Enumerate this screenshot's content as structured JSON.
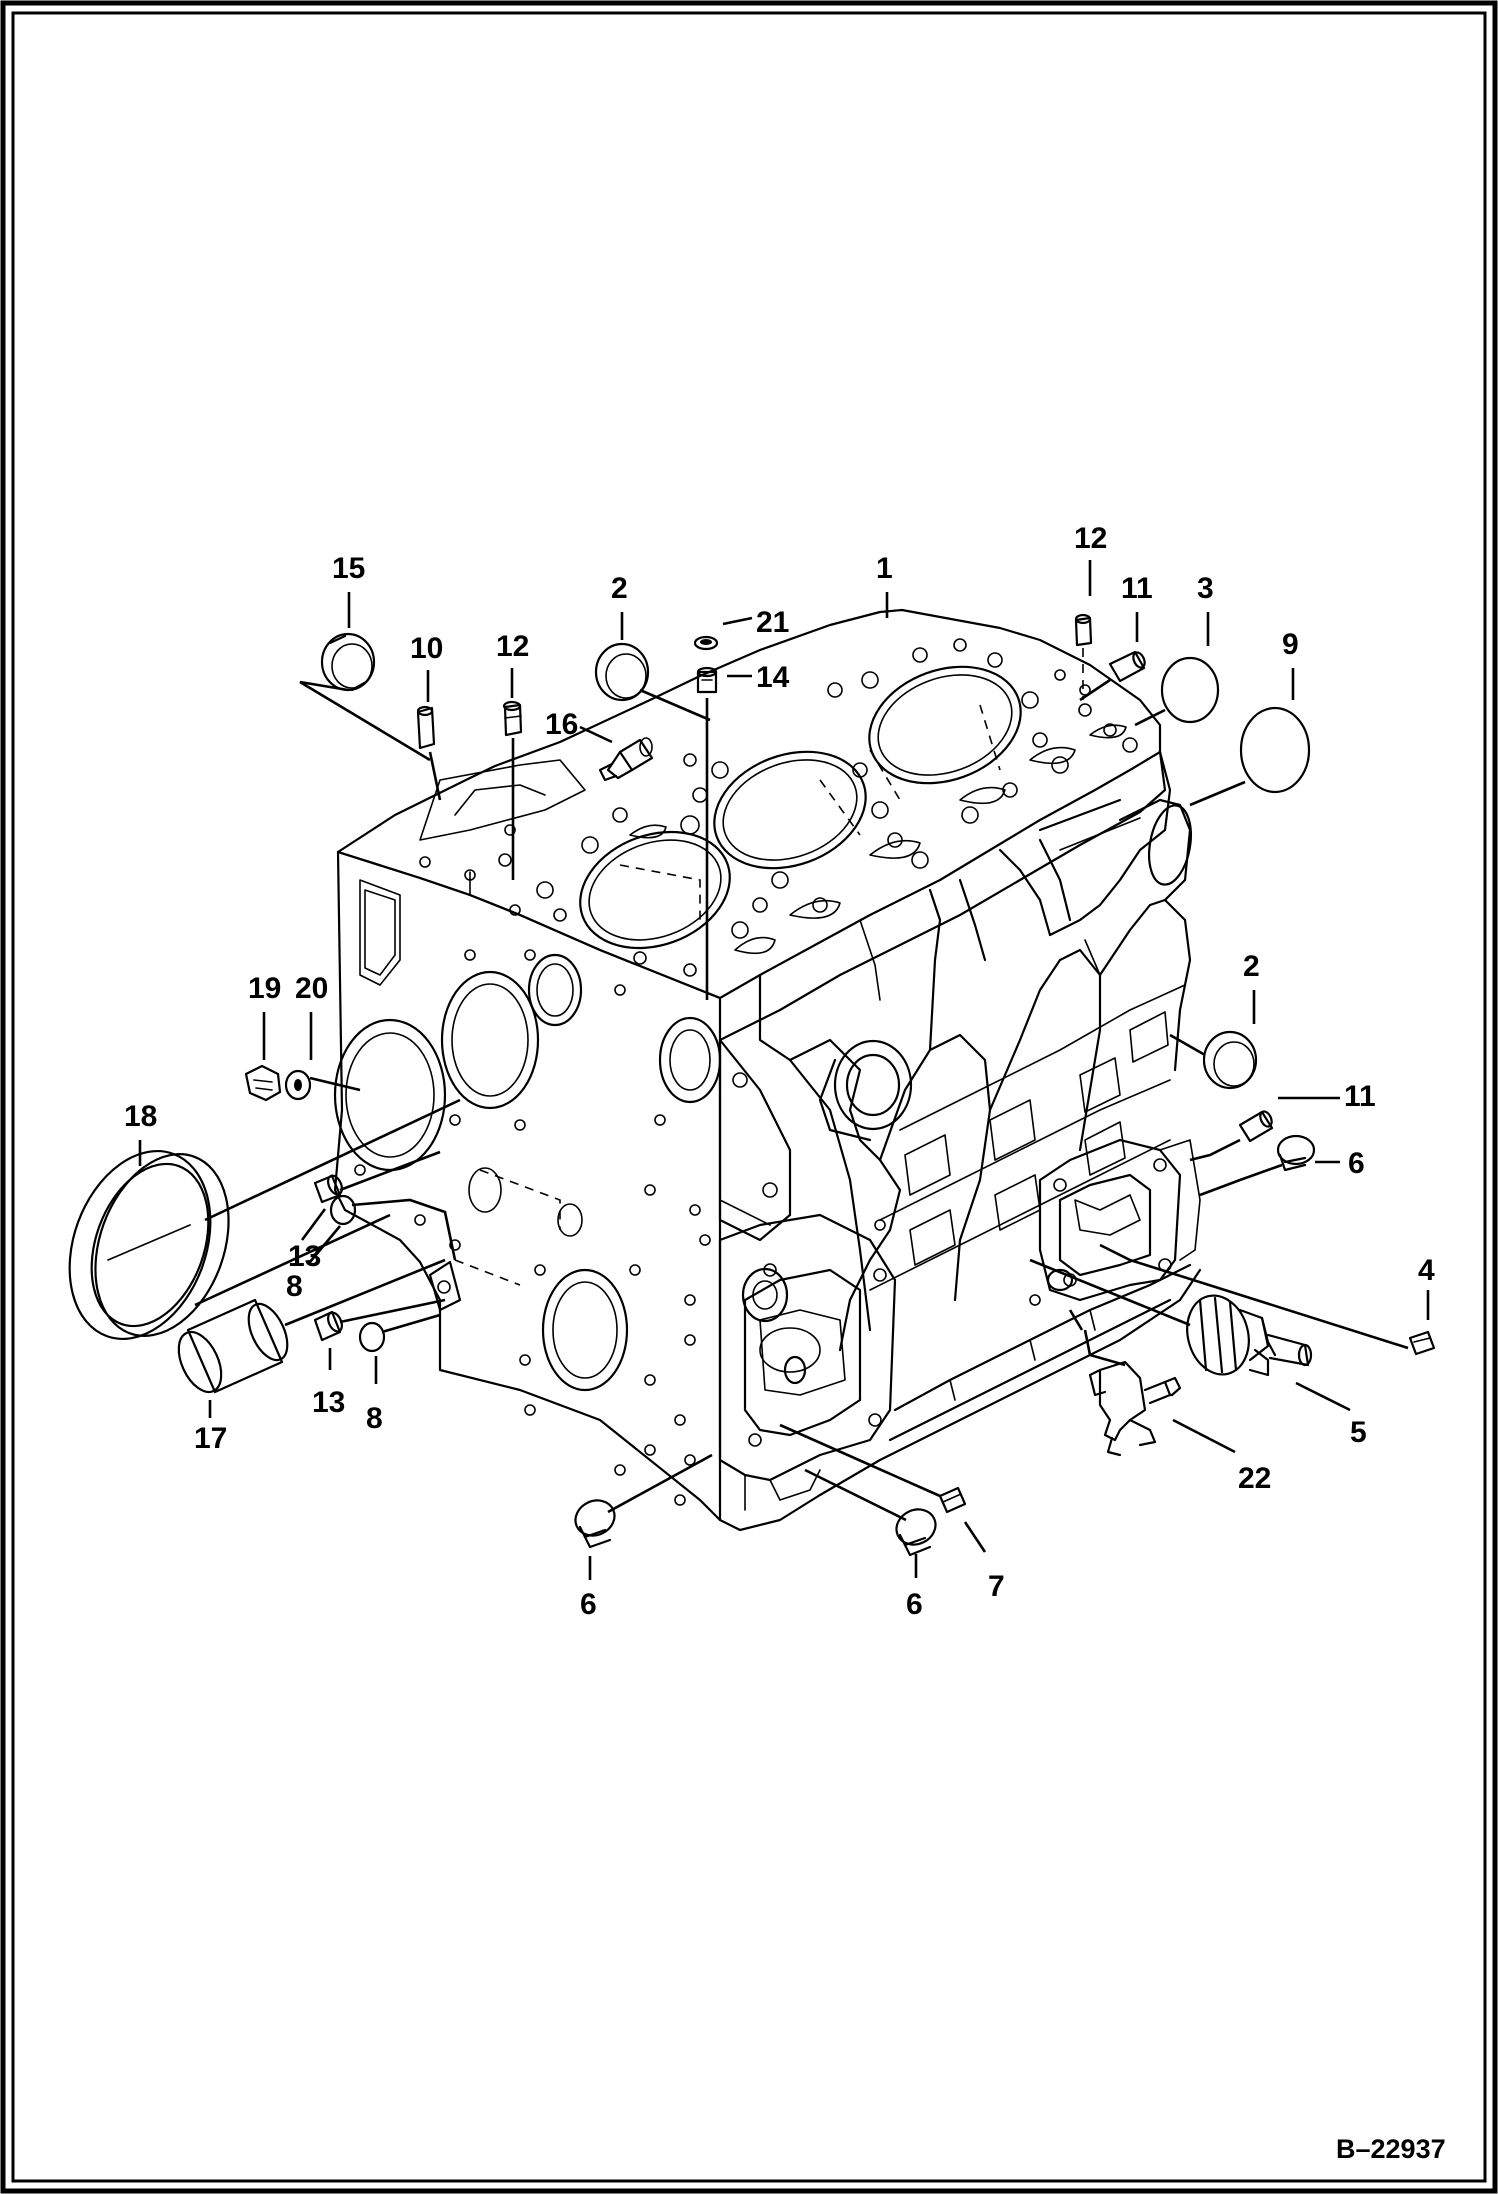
{
  "drawing_number": "B–22937",
  "callouts": [
    {
      "id": "c1",
      "text": "1"
    },
    {
      "id": "c2a",
      "text": "2"
    },
    {
      "id": "c2b",
      "text": "2"
    },
    {
      "id": "c3",
      "text": "3"
    },
    {
      "id": "c4",
      "text": "4"
    },
    {
      "id": "c5",
      "text": "5"
    },
    {
      "id": "c6a",
      "text": "6"
    },
    {
      "id": "c6b",
      "text": "6"
    },
    {
      "id": "c6c",
      "text": "6"
    },
    {
      "id": "c7",
      "text": "7"
    },
    {
      "id": "c8a",
      "text": "8"
    },
    {
      "id": "c8b",
      "text": "8"
    },
    {
      "id": "c9",
      "text": "9"
    },
    {
      "id": "c10",
      "text": "10"
    },
    {
      "id": "c11a",
      "text": "11"
    },
    {
      "id": "c11b",
      "text": "11"
    },
    {
      "id": "c12a",
      "text": "12"
    },
    {
      "id": "c12b",
      "text": "12"
    },
    {
      "id": "c13a",
      "text": "13"
    },
    {
      "id": "c13b",
      "text": "13"
    },
    {
      "id": "c14",
      "text": "14"
    },
    {
      "id": "c15",
      "text": "15"
    },
    {
      "id": "c16",
      "text": "16"
    },
    {
      "id": "c17",
      "text": "17"
    },
    {
      "id": "c18",
      "text": "18"
    },
    {
      "id": "c19",
      "text": "19"
    },
    {
      "id": "c20",
      "text": "20"
    },
    {
      "id": "c21",
      "text": "21"
    },
    {
      "id": "c22",
      "text": "22"
    }
  ]
}
